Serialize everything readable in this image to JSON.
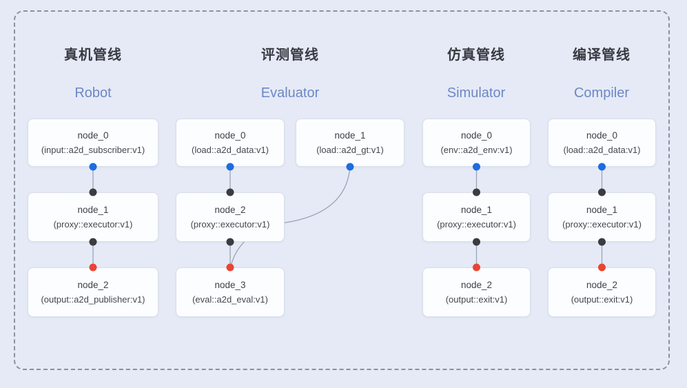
{
  "diagram": {
    "kind": "pipeline-dag-overview",
    "pipelines": [
      {
        "id": "robot",
        "title_zh": "真机管线",
        "title_en": "Robot",
        "nodes": [
          {
            "name": "node_0",
            "type": "(input::a2d_subscriber:v1)"
          },
          {
            "name": "node_1",
            "type": "(proxy::executor:v1)"
          },
          {
            "name": "node_2",
            "type": "(output::a2d_publisher:v1)"
          }
        ],
        "edges": [
          "node_0->node_1",
          "node_1->node_2"
        ]
      },
      {
        "id": "evaluator",
        "title_zh": "评测管线",
        "title_en": "Evaluator",
        "nodes": [
          {
            "name": "node_0",
            "type": "(load::a2d_data:v1)"
          },
          {
            "name": "node_1",
            "type": "(load::a2d_gt:v1)"
          },
          {
            "name": "node_2",
            "type": "(proxy::executor:v1)"
          },
          {
            "name": "node_3",
            "type": "(eval::a2d_eval:v1)"
          }
        ],
        "edges": [
          "node_0->node_2",
          "node_2->node_3",
          "node_1->node_3"
        ]
      },
      {
        "id": "simulator",
        "title_zh": "仿真管线",
        "title_en": "Simulator",
        "nodes": [
          {
            "name": "node_0",
            "type": "(env::a2d_env:v1)"
          },
          {
            "name": "node_1",
            "type": "(proxy::executor:v1)"
          },
          {
            "name": "node_2",
            "type": "(output::exit:v1)"
          }
        ],
        "edges": [
          "node_0->node_1",
          "node_1->node_2"
        ]
      },
      {
        "id": "compiler",
        "title_zh": "编译管线",
        "title_en": "Compiler",
        "nodes": [
          {
            "name": "node_0",
            "type": "(load::a2d_data:v1)"
          },
          {
            "name": "node_1",
            "type": "(proxy::executor:v1)"
          },
          {
            "name": "node_2",
            "type": "(output::exit:v1)"
          }
        ],
        "edges": [
          "node_0->node_1",
          "node_1->node_2"
        ]
      }
    ]
  },
  "colors": {
    "background": "#e5eaf6",
    "frame_dash": "#8b909c",
    "node_fill": "#fcfdff",
    "node_border": "#d9dee8",
    "title_en": "#6d87c6",
    "title_zh": "#383a41",
    "edge": "#9aa4b5",
    "output_port_dot": "#1d6ce0",
    "input_port_dot": "#3b3c40",
    "sink_port_dot": "#ea4432"
  }
}
